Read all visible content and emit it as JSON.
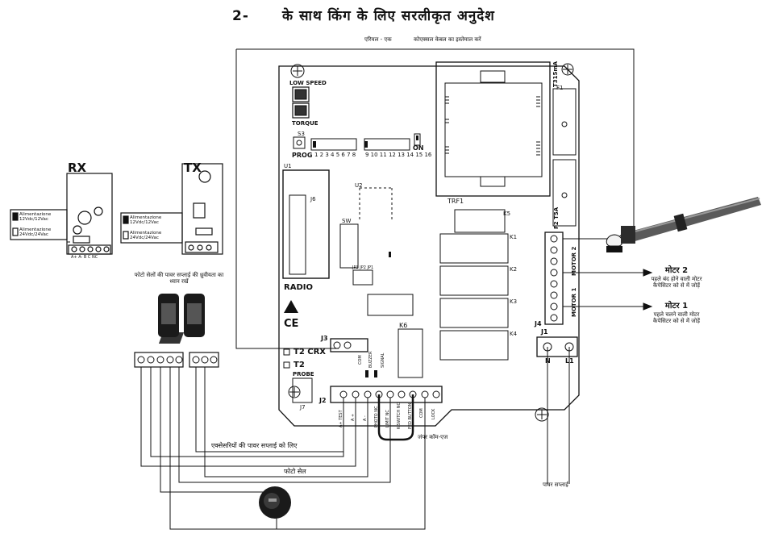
{
  "title": {
    "number": "2-",
    "text": "के साथ किंग के लिए सरलीकृत अनुदेश"
  },
  "top_labels": {
    "antenna": "एरियल - एक",
    "coax": "कोएक्सल केबल का इस्तेमाल करें"
  },
  "board": {
    "low_speed": "LOW SPEED",
    "torque": "TORQUE",
    "prog": "PROG",
    "s3": "S3",
    "on": "ON",
    "dip1_numbers": "1 2 3 4 5 6 7 8",
    "dip2_numbers": "9 10 11 12 13 14 15 16",
    "u1": "U1",
    "j6": "J6",
    "u2": "U2",
    "radio": "RADIO",
    "ce": "CE",
    "j3": "J3",
    "t2crx": "T2 CRX",
    "t2": "T2",
    "probe": "PROBE",
    "j7": "J7",
    "k6": "K6",
    "trf1": "TRF1",
    "k5": "K5",
    "k1": "K1",
    "k2": "K2",
    "k3": "K3",
    "k4": "K4",
    "j4": "J4",
    "j1": "J1",
    "j2": "J2",
    "f1": "F1",
    "t315": "T315mA",
    "f2": "F2 T5A",
    "motor2": "MOTOR 2",
    "motor1": "MOTOR 1",
    "n": "N",
    "l1": "L1",
    "sw": "SW",
    "j_labels": "JP3 JP2 JP1",
    "j2_labels": [
      "A+ TEST",
      "A +",
      "A -",
      "PHOTO NC",
      "LIMIT NC",
      "K-SWITCH NO",
      "PED BUTTON",
      "COM",
      "LOCK"
    ],
    "com": "COM",
    "buzzer": "BUZZER",
    "signal": "SIGNAL"
  },
  "rx": {
    "label": "RX",
    "supply1": "Alimentazione 12Vdc/12Vac",
    "supply2": "Alimentazione 24Vdc/24Vac",
    "terminals": "A+ A- B C NC"
  },
  "tx": {
    "label": "TX",
    "supply1": "Alimentazione 12Vdc/12Vac",
    "supply2": "Alimentazione 24Vdc/24Vac"
  },
  "photocell_note": "फोटो सेलों की पावर सप्लाई की ध्रुवीयता का ध्यान रखें",
  "motor2_callout": {
    "title": "मोटर 2",
    "line1": "पहले बंद होने वाली मोटर",
    "line2": "कैपेसिटर को     से      में जोड़ें"
  },
  "motor1_callout": {
    "title": "मोटर 1",
    "line1": "पहले चलने वाली मोटर",
    "line2": "कैपेसिटर को     से      में जोड़ें"
  },
  "bottom_labels": {
    "accessories": "एक्सेसरियों की पावर सप्लाई को लिए",
    "photocell": "फोटो सेल",
    "jumper": "जंपर कॉम-एज",
    "power": "पावर सप्लाई"
  }
}
